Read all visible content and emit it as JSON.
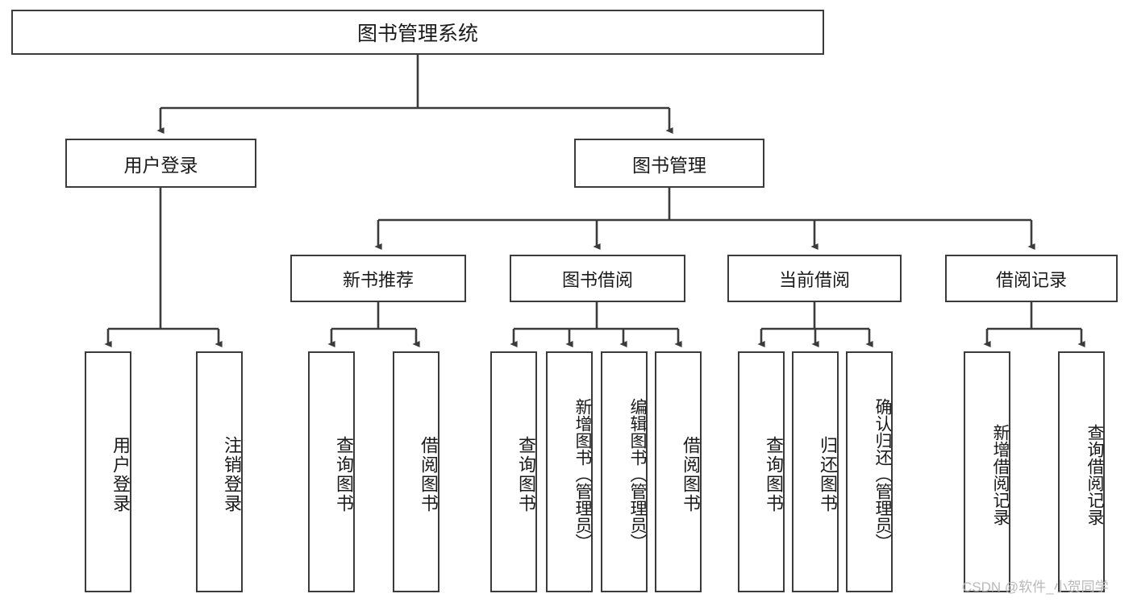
{
  "diagram": {
    "title": "图书管理系统",
    "type": "functional-structure-tree",
    "watermark": "CSDN @软件_小贺同学",
    "colors": {
      "border": "#3b3b3b",
      "background": "#ffffff",
      "text": "#1a1a1a",
      "watermark": "#b9b9b9"
    },
    "nodes": {
      "root": {
        "label": "图书管理系统"
      },
      "level1": [
        {
          "id": "user-login",
          "label": "用户登录"
        },
        {
          "id": "book-manage",
          "label": "图书管理"
        }
      ],
      "level2": [
        {
          "id": "new-book-recommend",
          "label": "新书推荐",
          "parent": "book-manage"
        },
        {
          "id": "book-borrow",
          "label": "图书借阅",
          "parent": "book-manage"
        },
        {
          "id": "current-borrow",
          "label": "当前借阅",
          "parent": "book-manage"
        },
        {
          "id": "borrow-record",
          "label": "借阅记录",
          "parent": "book-manage"
        }
      ],
      "leaves": [
        {
          "id": "leaf-user-login",
          "label": "用户登录",
          "parent": "user-login"
        },
        {
          "id": "leaf-logout-login",
          "label": "注销登录",
          "parent": "user-login"
        },
        {
          "id": "leaf-query-book-1",
          "label": "查询图书",
          "parent": "new-book-recommend"
        },
        {
          "id": "leaf-borrow-book-1",
          "label": "借阅图书",
          "parent": "new-book-recommend"
        },
        {
          "id": "leaf-query-book-2",
          "label": "查询图书",
          "parent": "book-borrow"
        },
        {
          "id": "leaf-add-book",
          "label": "新增图书（管理员）",
          "parent": "book-borrow"
        },
        {
          "id": "leaf-edit-book",
          "label": "编辑图书（管理员）",
          "parent": "book-borrow"
        },
        {
          "id": "leaf-borrow-book-2",
          "label": "借阅图书",
          "parent": "book-borrow"
        },
        {
          "id": "leaf-query-book-3",
          "label": "查询图书",
          "parent": "current-borrow"
        },
        {
          "id": "leaf-return-book",
          "label": "归还图书",
          "parent": "current-borrow"
        },
        {
          "id": "leaf-confirm-return",
          "label": "确认归还（管理员）",
          "parent": "current-borrow"
        },
        {
          "id": "leaf-add-record",
          "label": "新增借阅记录",
          "parent": "borrow-record"
        },
        {
          "id": "leaf-query-record",
          "label": "查询借阅记录",
          "parent": "borrow-record"
        }
      ]
    }
  }
}
